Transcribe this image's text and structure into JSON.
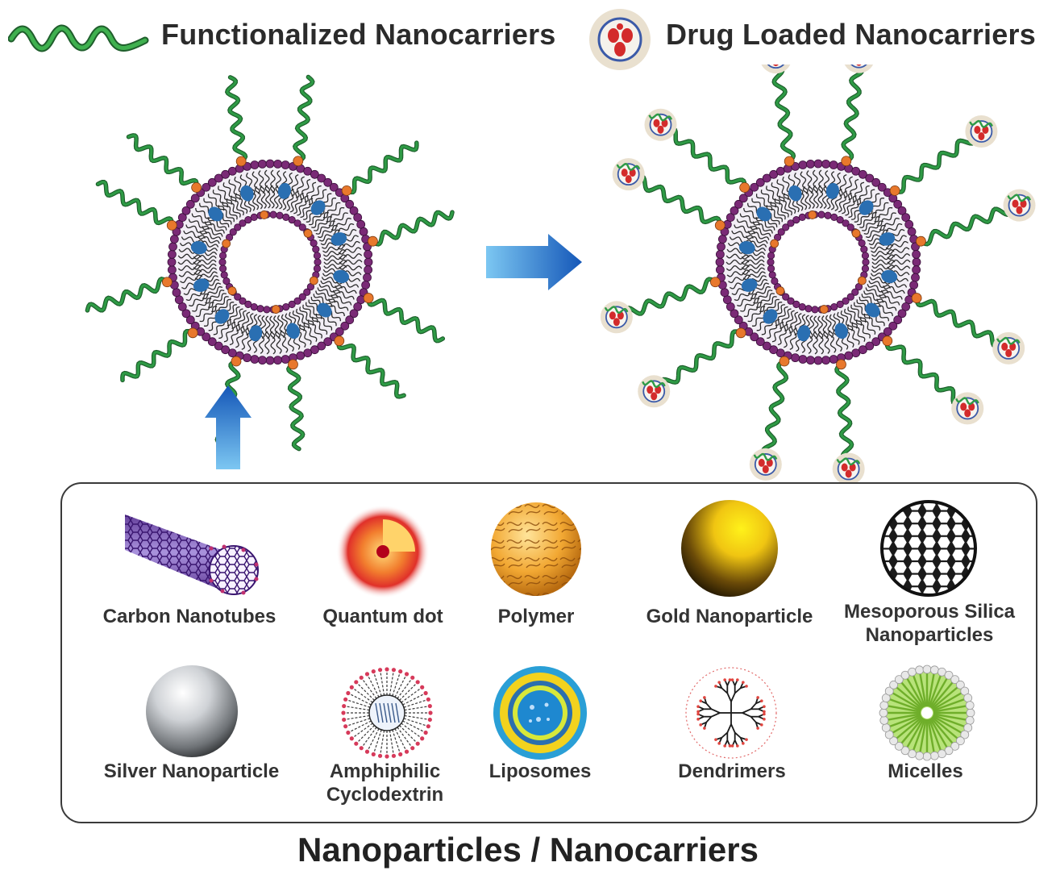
{
  "legend": {
    "functionalized_label": "Functionalized Nanocarriers",
    "drug_loaded_label": "Drug Loaded Nanocarriers",
    "strand_icon": "green-wavy-strand-icon",
    "capsule_icon": "drug-capsule-icon"
  },
  "diagram": {
    "left_structure": "functionalized-liposome",
    "right_structure": "drug-loaded-liposome",
    "arrow_right_icon": "blue-arrow-right",
    "arrow_up_icon": "blue-arrow-up",
    "colors": {
      "strand": "#2e9a45",
      "bilayer": "#7a2a76",
      "node": "#e8782c",
      "inner_blob": "#2a6fb2",
      "arrow": "#1a73d1",
      "capsule_bg": "#e9e0cf",
      "drug": "#d32b2b"
    }
  },
  "nanoparticles": {
    "row1": [
      {
        "label": "Carbon Nanotubes",
        "icon": "carbon-nanotube-icon"
      },
      {
        "label": "Quantum dot",
        "icon": "quantum-dot-icon"
      },
      {
        "label": "Polymer",
        "icon": "polymer-icon"
      },
      {
        "label": "Gold Nanoparticle",
        "icon": "gold-nanoparticle-icon"
      },
      {
        "label": "Mesoporous Silica",
        "label2": "Nanoparticles",
        "icon": "mesoporous-silica-icon"
      }
    ],
    "row2": [
      {
        "label": "Silver Nanoparticle",
        "icon": "silver-nanoparticle-icon"
      },
      {
        "label": "Amphiphilic",
        "label2": "Cyclodextrin",
        "icon": "cyclodextrin-icon"
      },
      {
        "label": "Liposomes",
        "icon": "liposome-icon"
      },
      {
        "label": "Dendrimers",
        "icon": "dendrimer-icon"
      },
      {
        "label": "Micelles",
        "icon": "micelle-icon"
      }
    ]
  },
  "footer": {
    "title": "Nanoparticles / Nanocarriers"
  }
}
